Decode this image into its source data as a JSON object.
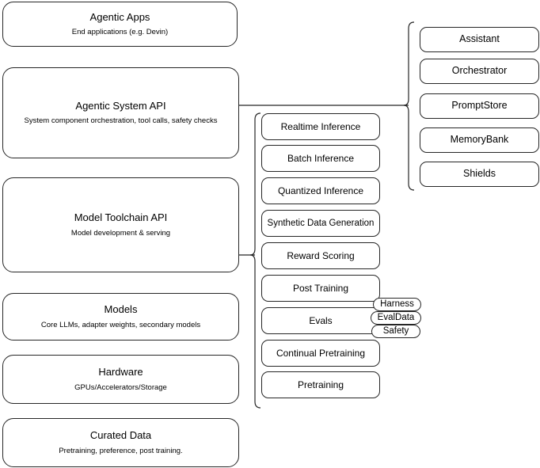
{
  "diagram": {
    "type": "layered-architecture-stack",
    "background_color": "#ffffff",
    "stroke_color": "#262626",
    "text_color": "#000000"
  },
  "layers": [
    {
      "id": "agentic-apps",
      "title": "Agentic Apps",
      "subtitle": "End applications (e.g. Devin)"
    },
    {
      "id": "agentic-system-api",
      "title": "Agentic System API",
      "subtitle": "System component orchestration, tool calls, safety checks"
    },
    {
      "id": "model-toolchain-api",
      "title": "Model Toolchain API",
      "subtitle": "Model development & serving"
    },
    {
      "id": "models",
      "title": "Models",
      "subtitle": "Core LLMs, adapter weights, secondary models"
    },
    {
      "id": "hardware",
      "title": "Hardware",
      "subtitle": "GPUs/Accelerators/Storage"
    },
    {
      "id": "curated-data",
      "title": "Curated Data",
      "subtitle": "Pretraining, preference, post training."
    }
  ],
  "toolchain_capabilities": [
    {
      "id": "realtime-inference",
      "label": "Realtime Inference"
    },
    {
      "id": "batch-inference",
      "label": "Batch Inference"
    },
    {
      "id": "quantized-inference",
      "label": "Quantized Inference"
    },
    {
      "id": "synthetic-data-generation",
      "label": "Synthetic Data Generation"
    },
    {
      "id": "reward-scoring",
      "label": "Reward Scoring"
    },
    {
      "id": "post-training",
      "label": "Post Training"
    },
    {
      "id": "evals",
      "label": "Evals"
    },
    {
      "id": "continual-pretraining",
      "label": "Continual Pretraining"
    },
    {
      "id": "pretraining",
      "label": "Pretraining"
    }
  ],
  "eval_subcomponents": [
    {
      "id": "harness",
      "label": "Harness"
    },
    {
      "id": "evaldata",
      "label": "EvalData"
    },
    {
      "id": "safety",
      "label": "Safety"
    }
  ],
  "system_components": [
    {
      "id": "assistant",
      "label": "Assistant"
    },
    {
      "id": "orchestrator",
      "label": "Orchestrator"
    },
    {
      "id": "promptstore",
      "label": "PromptStore"
    },
    {
      "id": "memorybank",
      "label": "MemoryBank"
    },
    {
      "id": "shields",
      "label": "Shields"
    }
  ]
}
